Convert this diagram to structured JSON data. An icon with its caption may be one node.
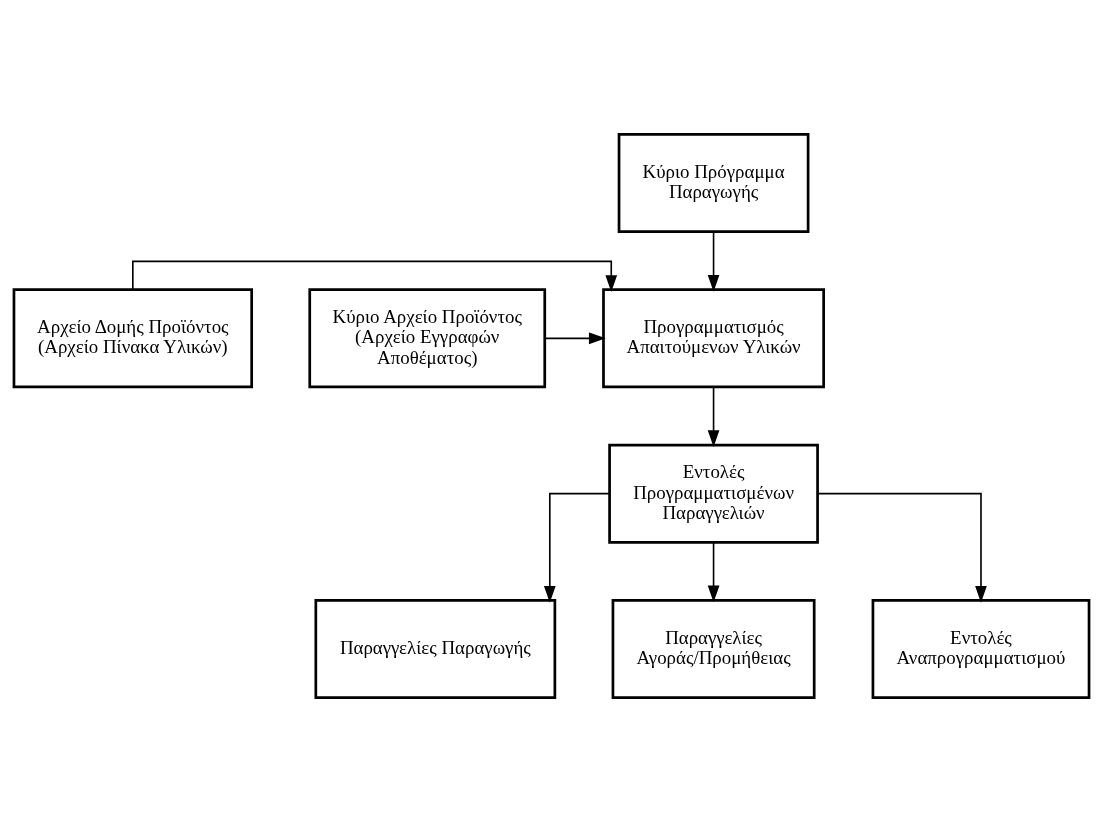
{
  "diagram": {
    "nodes": [
      {
        "text": [
          "Κύριο Πρόγραμμα Παραγωγής"
        ]
      },
      {
        "text": [
          "Αρχείο Δομής Προϊόντος (Αρχείο Πίνακα Υλικών)"
        ]
      },
      {
        "text": [
          "Προγραμματισμός Απαιτούμενων Υλικών"
        ]
      },
      {
        "text": [
          "Κύριο Αρχείο Προϊόντος (Αρχείο Εγγραφών Αποθέματος)"
        ]
      },
      {
        "text": [
          "Εντολές Προγραμματισμένων Παραγγελιών"
        ]
      },
      {
        "text": [
          "Παραγγελίες Παραγωγής"
        ]
      },
      {
        "text": [
          "Παραγγελίες Αγοράς/Προμήθειας"
        ]
      },
      {
        "text": [
          "Εντολές Αναπρογραμματισμού"
        ]
      }
    ],
    "edges": [
      {
        "from": 0,
        "to": 2,
        "arrow": "to"
      },
      {
        "from": 1,
        "to": 2,
        "arrow": "to"
      },
      {
        "from": 3,
        "to": 2,
        "arrow": "to"
      },
      {
        "from": 2,
        "to": 4,
        "arrow": "to"
      },
      {
        "from": 4,
        "to": 5,
        "arrow": "to"
      },
      {
        "from": 4,
        "to": 6,
        "arrow": "to"
      },
      {
        "from": 4,
        "to": 7,
        "arrow": "to"
      }
    ]
  }
}
